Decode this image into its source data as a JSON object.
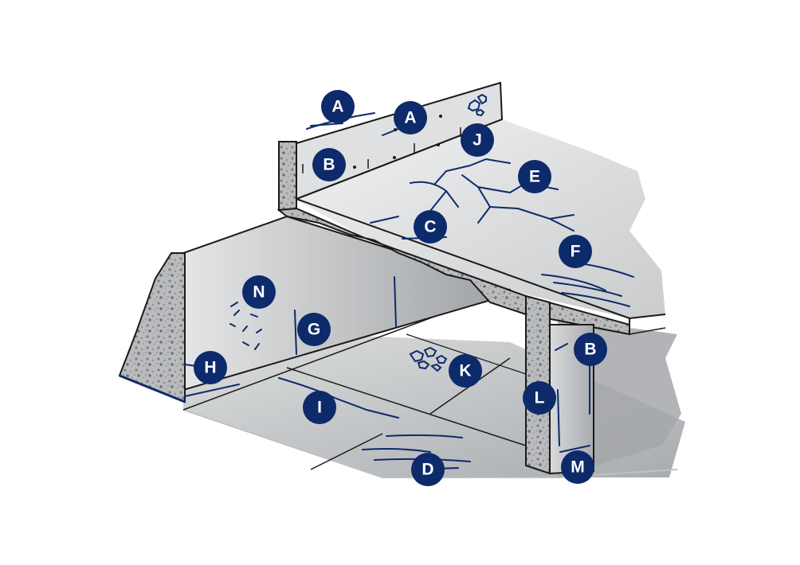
{
  "diagram": {
    "markers": [
      {
        "id": "A1",
        "label": "A"
      },
      {
        "id": "A2",
        "label": "A"
      },
      {
        "id": "B1",
        "label": "B"
      },
      {
        "id": "J",
        "label": "J"
      },
      {
        "id": "E",
        "label": "E"
      },
      {
        "id": "C",
        "label": "C"
      },
      {
        "id": "F",
        "label": "F"
      },
      {
        "id": "N",
        "label": "N"
      },
      {
        "id": "G",
        "label": "G"
      },
      {
        "id": "H",
        "label": "H"
      },
      {
        "id": "K",
        "label": "K"
      },
      {
        "id": "B2",
        "label": "B"
      },
      {
        "id": "I",
        "label": "I"
      },
      {
        "id": "L",
        "label": "L"
      },
      {
        "id": "D",
        "label": "D"
      },
      {
        "id": "M",
        "label": "M"
      }
    ],
    "colors": {
      "marker_fill": "#0d2a6b",
      "crack": "#0d2a6b",
      "outline": "#1a1a1a",
      "slab_light": "#e9eaeb",
      "slab_dark": "#c9cbcd",
      "shadow": "#a7aaad"
    }
  }
}
